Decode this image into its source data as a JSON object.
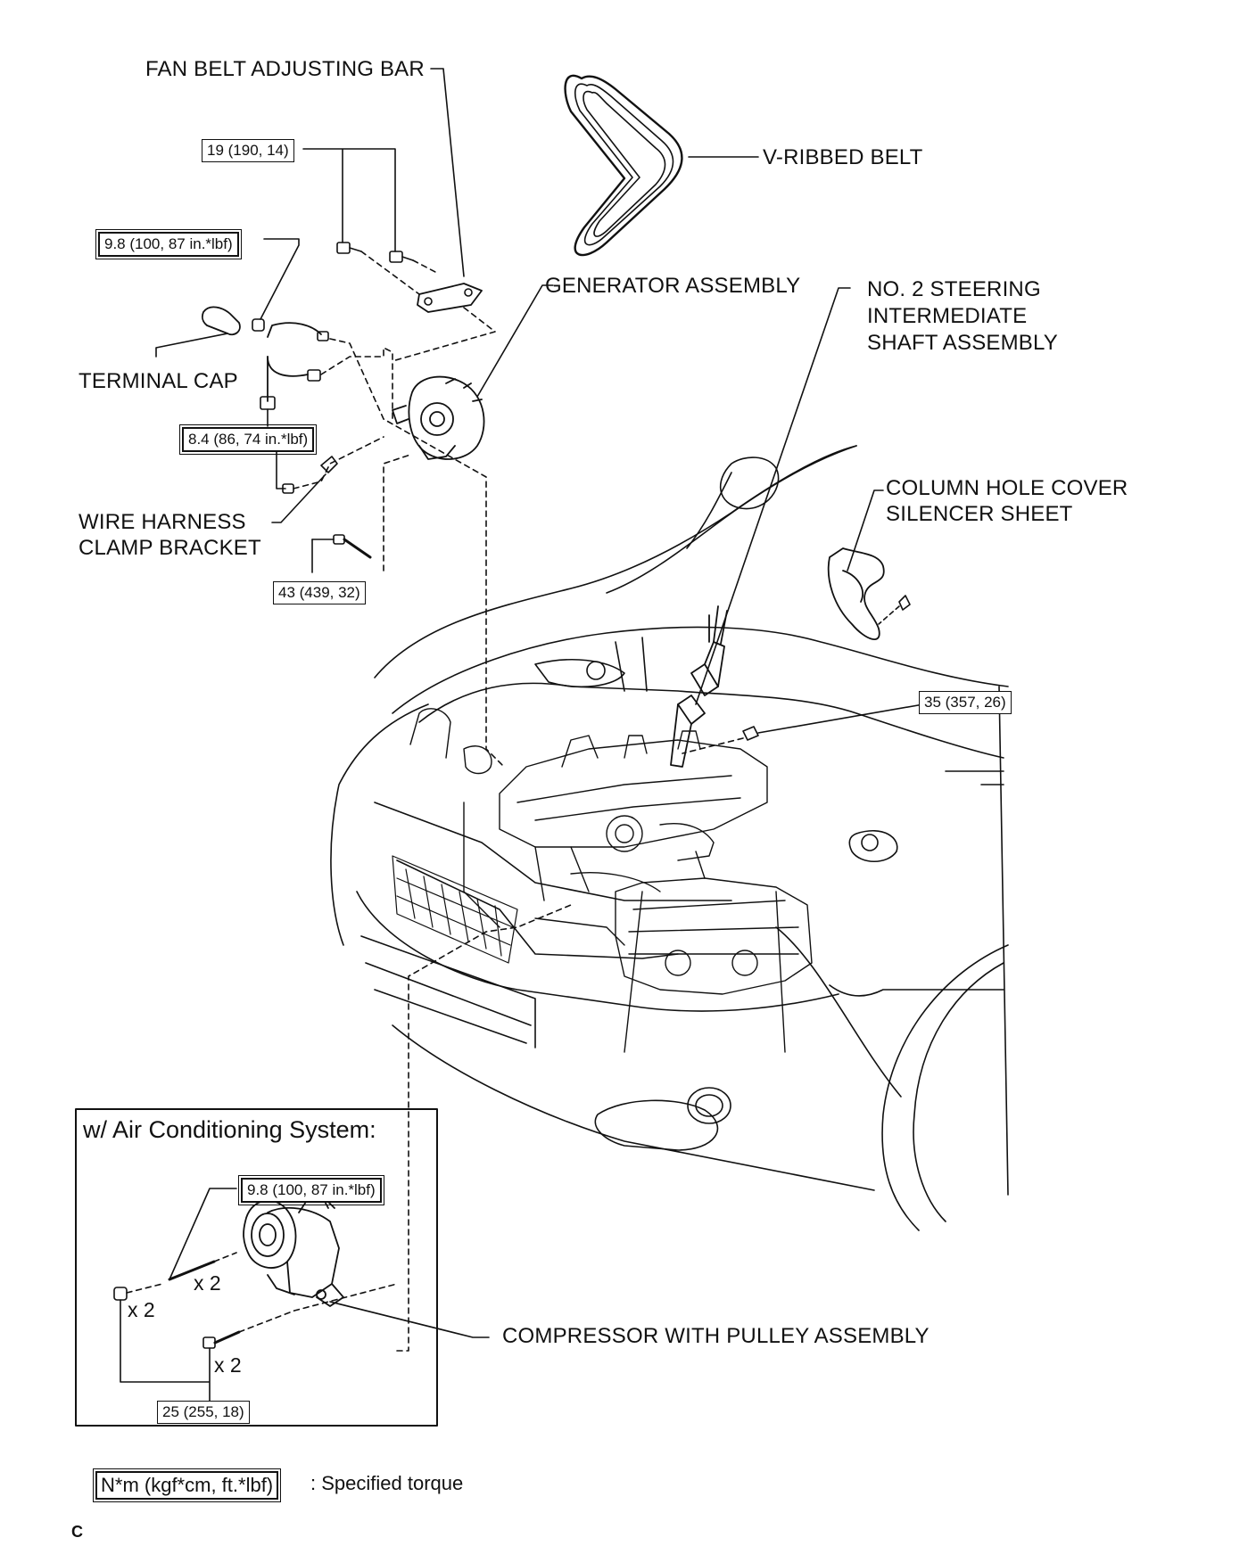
{
  "labels": {
    "fan_belt_adjusting_bar": "FAN BELT ADJUSTING BAR",
    "v_ribbed_belt": "V-RIBBED BELT",
    "generator_assembly": "GENERATOR ASSEMBLY",
    "steering_shaft": [
      "NO. 2 STEERING",
      "INTERMEDIATE",
      "SHAFT ASSEMBLY"
    ],
    "terminal_cap": "TERMINAL CAP",
    "wire_harness": [
      "WIRE HARNESS",
      "CLAMP BRACKET"
    ],
    "column_hole_cover": [
      "COLUMN HOLE COVER",
      "SILENCER SHEET"
    ],
    "compressor": "COMPRESSOR WITH PULLEY ASSEMBLY"
  },
  "torques": {
    "adjusting_bar_bolts": "19 (190, 14)",
    "terminal_nut": "9.8 (100, 87 in.*lbf)",
    "clamp_bracket_bolt": "8.4 (86, 74 in.*lbf)",
    "generator_bolt": "43 (439, 32)",
    "steering_bolt": "35 (357, 26)",
    "compressor_stud": "9.8 (100, 87 in.*lbf)",
    "compressor_bolts": "25 (255, 18)"
  },
  "inset": {
    "title": "w/ Air Conditioning System:",
    "mult_stud": "x 2",
    "mult_nut": "x 2",
    "mult_bolt": "x 2"
  },
  "legend": {
    "box": "N*m (kgf*cm, ft.*lbf)",
    "text": ": Specified torque"
  },
  "footer_code": "C"
}
